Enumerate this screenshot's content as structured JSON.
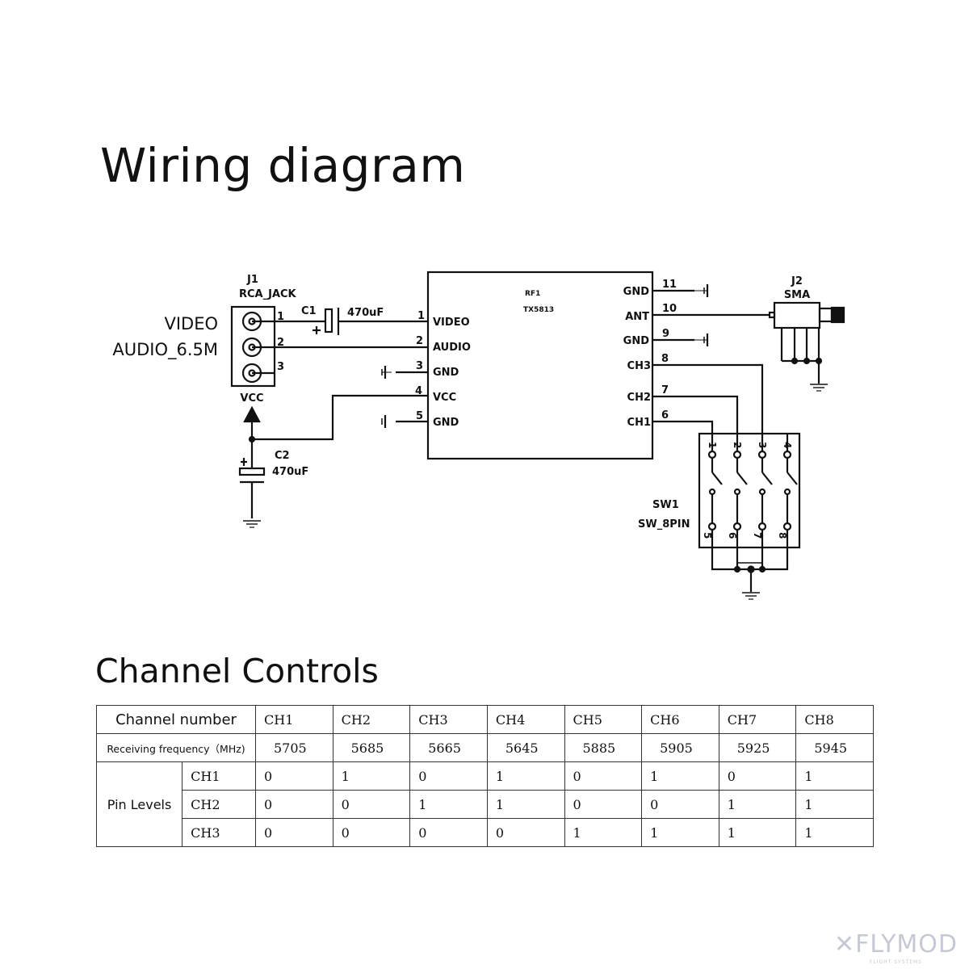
{
  "title": "Wiring diagram",
  "schematic": {
    "j1": {
      "ref": "J1",
      "part": "RCA_JACK",
      "pins": [
        "1",
        "2",
        "3"
      ],
      "video_label": "VIDEO",
      "audio_label": "AUDIO_6.5M",
      "vcc_label": "VCC"
    },
    "c1": {
      "ref": "C1",
      "value": "470uF"
    },
    "c2": {
      "ref": "C2",
      "value": "470uF"
    },
    "rf1": {
      "ref": "RF1",
      "part": "TX5813",
      "left_pins": [
        {
          "num": "1",
          "name": "VIDEO"
        },
        {
          "num": "2",
          "name": "AUDIO"
        },
        {
          "num": "3",
          "name": "GND"
        },
        {
          "num": "4",
          "name": "VCC"
        },
        {
          "num": "5",
          "name": "GND"
        }
      ],
      "right_pins": [
        {
          "num": "11",
          "name": "GND"
        },
        {
          "num": "10",
          "name": "ANT"
        },
        {
          "num": "9",
          "name": "GND"
        },
        {
          "num": "8",
          "name": "CH3"
        },
        {
          "num": "7",
          "name": "CH2"
        },
        {
          "num": "6",
          "name": "CH1"
        }
      ]
    },
    "j2": {
      "ref": "J2",
      "part": "SMA"
    },
    "sw1": {
      "ref": "SW1",
      "part": "SW_8PIN",
      "top_pins": [
        "1",
        "2",
        "3",
        "4"
      ],
      "bottom_pins": [
        "5",
        "6",
        "7",
        "8"
      ]
    }
  },
  "channel_controls": {
    "title": "Channel Controls",
    "header_label": "Channel number",
    "freq_label": "Receiving frequency（MHz)",
    "pin_levels_label": "Pin Levels",
    "channels": [
      "CH1",
      "CH2",
      "CH3",
      "CH4",
      "CH5",
      "CH6",
      "CH7",
      "CH8"
    ],
    "frequencies": [
      "5705",
      "5685",
      "5665",
      "5645",
      "5885",
      "5905",
      "5925",
      "5945"
    ],
    "pin_rows": [
      {
        "pin": "CH1",
        "levels": [
          "0",
          "1",
          "0",
          "1",
          "0",
          "1",
          "0",
          "1"
        ]
      },
      {
        "pin": "CH2",
        "levels": [
          "0",
          "0",
          "1",
          "1",
          "0",
          "0",
          "1",
          "1"
        ]
      },
      {
        "pin": "CH3",
        "levels": [
          "0",
          "0",
          "0",
          "0",
          "1",
          "1",
          "1",
          "1"
        ]
      }
    ]
  },
  "watermark": {
    "brand": "FLYMOD",
    "tagline": "FLIGHT SYSTEMS"
  }
}
